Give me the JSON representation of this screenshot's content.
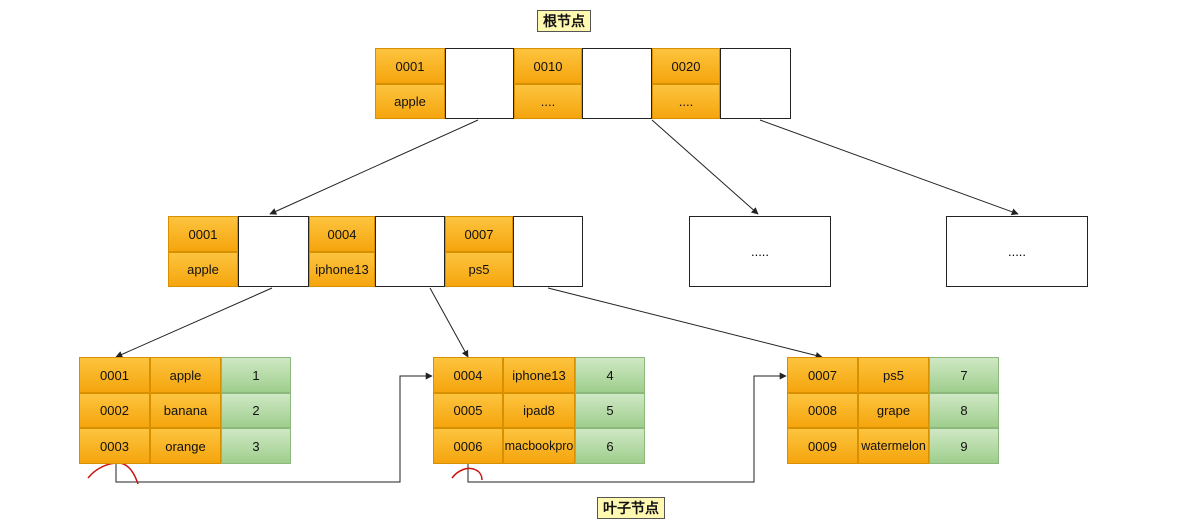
{
  "labels": {
    "root": "根节点",
    "leaf": "叶子节点"
  },
  "root_node": {
    "keys": [
      {
        "id": "0001",
        "name": "apple"
      },
      {
        "id": "0010",
        "name": "...."
      },
      {
        "id": "0020",
        "name": "...."
      }
    ]
  },
  "internal_nodes": [
    {
      "keys": [
        {
          "id": "0001",
          "name": "apple"
        },
        {
          "id": "0004",
          "name": "iphone13"
        },
        {
          "id": "0007",
          "name": "ps5"
        }
      ]
    },
    {
      "placeholder": "....."
    },
    {
      "placeholder": "....."
    }
  ],
  "leaf_nodes": [
    {
      "rows": [
        {
          "id": "0001",
          "name": "apple",
          "value": "1"
        },
        {
          "id": "0002",
          "name": "banana",
          "value": "2"
        },
        {
          "id": "0003",
          "name": "orange",
          "value": "3"
        }
      ]
    },
    {
      "rows": [
        {
          "id": "0004",
          "name": "iphone13",
          "value": "4"
        },
        {
          "id": "0005",
          "name": "ipad8",
          "value": "5"
        },
        {
          "id": "0006",
          "name": "macbookpro",
          "value": "6"
        }
      ]
    },
    {
      "rows": [
        {
          "id": "0007",
          "name": "ps5",
          "value": "7"
        },
        {
          "id": "0008",
          "name": "grape",
          "value": "8"
        },
        {
          "id": "0009",
          "name": "watermelon",
          "value": "9"
        }
      ]
    }
  ],
  "colors": {
    "key_cell": "#f5a50d",
    "value_cell": "#a8d496",
    "line": "#222222",
    "annotation": "#cc1010"
  }
}
